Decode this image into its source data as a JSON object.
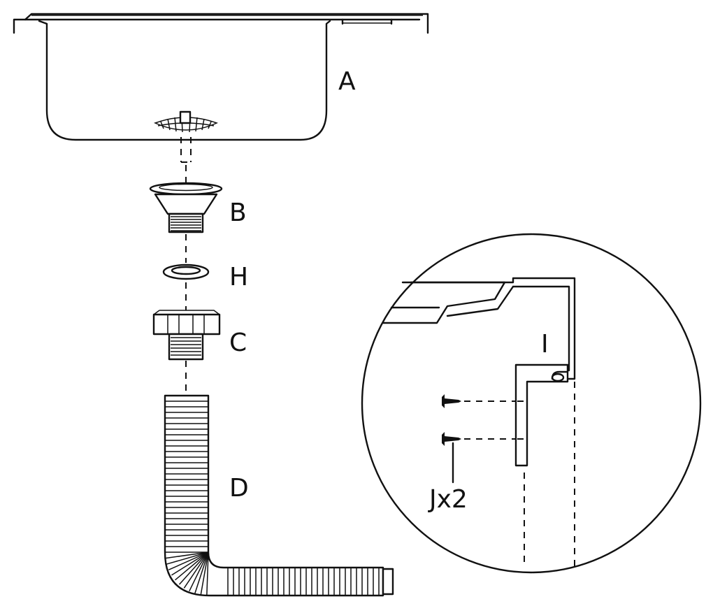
{
  "labels": {
    "sink": "A",
    "strainer": "B",
    "washer": "H",
    "nut": "C",
    "hose": "D",
    "clip": "I",
    "screws": "Jx2"
  }
}
